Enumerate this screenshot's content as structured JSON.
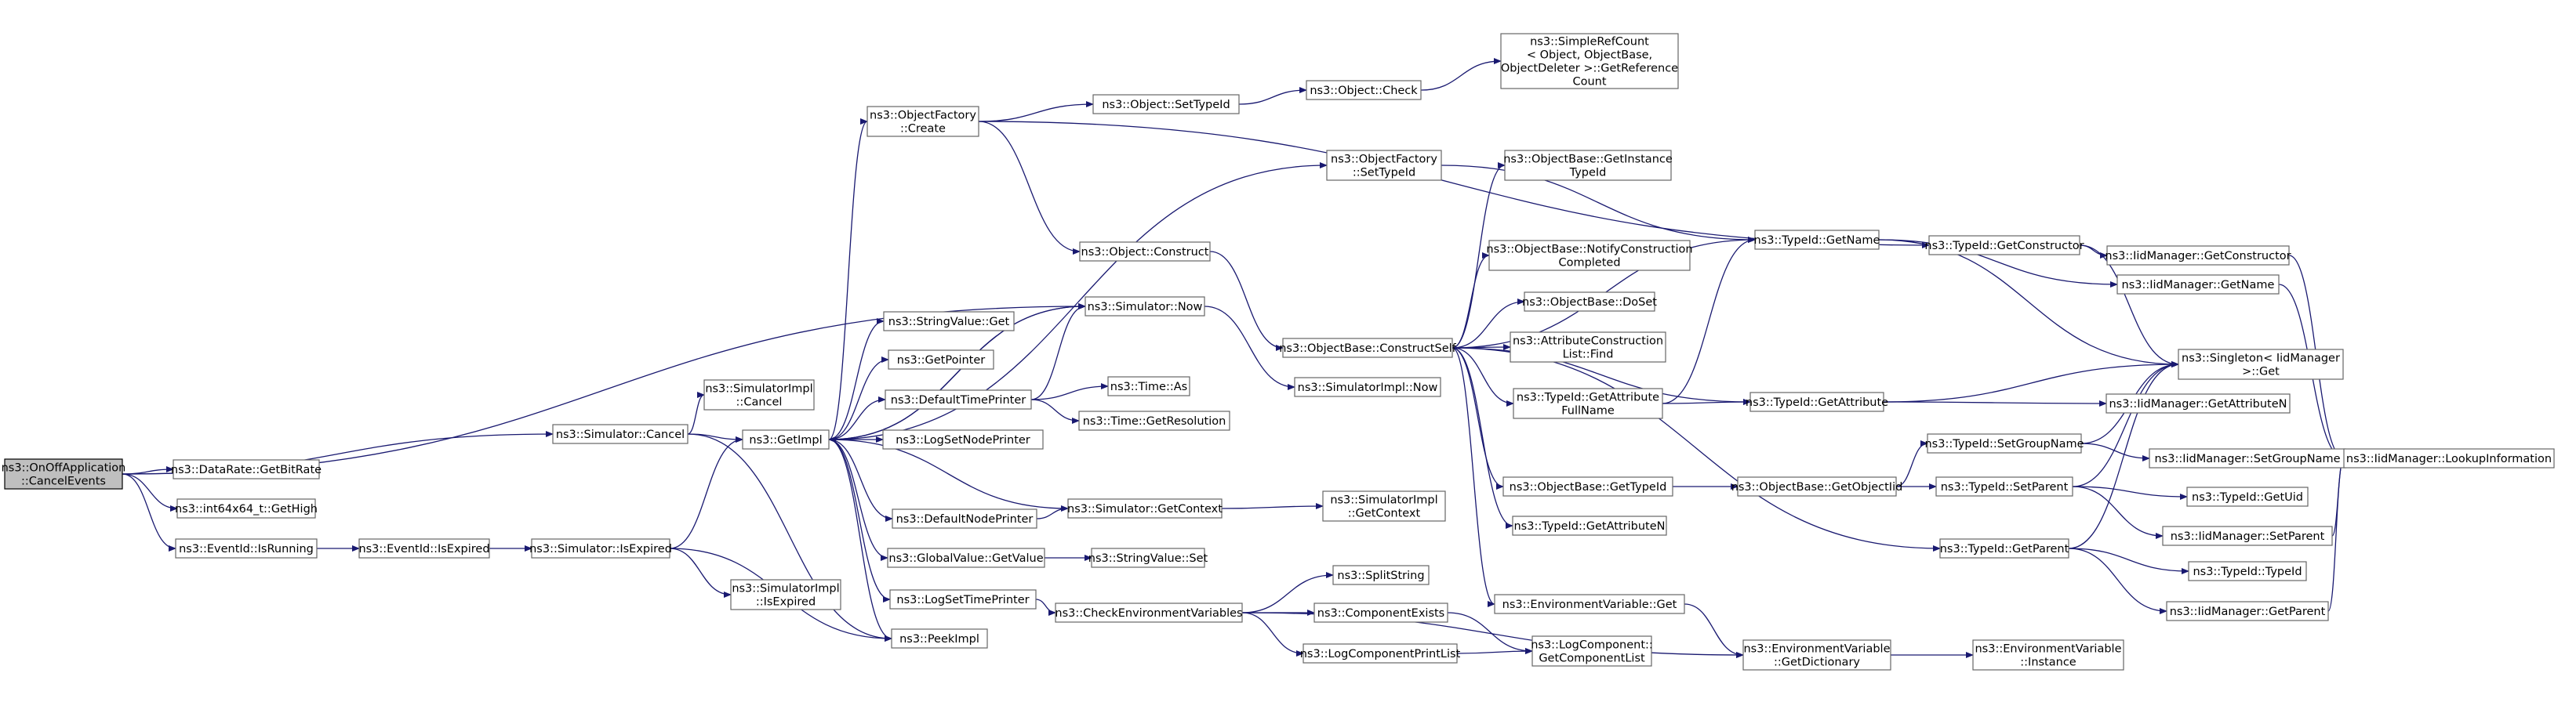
{
  "colors": {
    "edge": "#191970",
    "node_border": "#666666",
    "root_fill": "#bfbfbf",
    "background": "#ffffff"
  },
  "nodes": [
    {
      "id": "n1",
      "lines": [
        "ns3::OnOffApplication",
        "::CancelEvents"
      ],
      "root": true
    },
    {
      "id": "n2",
      "lines": [
        "ns3::DataRate::GetBitRate"
      ]
    },
    {
      "id": "n3",
      "lines": [
        "ns3::int64x64_t::GetHigh"
      ]
    },
    {
      "id": "n4",
      "lines": [
        "ns3::EventId::IsRunning"
      ]
    },
    {
      "id": "n5",
      "lines": [
        "ns3::Simulator::Cancel"
      ]
    },
    {
      "id": "n6",
      "lines": [
        "ns3::EventId::IsExpired"
      ]
    },
    {
      "id": "n7",
      "lines": [
        "ns3::Simulator::IsExpired"
      ]
    },
    {
      "id": "n8",
      "lines": [
        "ns3::SimulatorImpl",
        "::Cancel"
      ]
    },
    {
      "id": "n9",
      "lines": [
        "ns3::SimulatorImpl",
        "::IsExpired"
      ]
    },
    {
      "id": "n10",
      "lines": [
        "ns3::GetImpl"
      ]
    },
    {
      "id": "n11",
      "lines": [
        "ns3::PeekImpl"
      ]
    },
    {
      "id": "n12",
      "lines": [
        "ns3::ObjectFactory",
        "::Create"
      ]
    },
    {
      "id": "n13",
      "lines": [
        "ns3::StringValue::Get"
      ]
    },
    {
      "id": "n14",
      "lines": [
        "ns3::GetPointer"
      ]
    },
    {
      "id": "n15",
      "lines": [
        "ns3::DefaultTimePrinter"
      ]
    },
    {
      "id": "n16",
      "lines": [
        "ns3::LogSetNodePrinter"
      ]
    },
    {
      "id": "n17",
      "lines": [
        "ns3::DefaultNodePrinter"
      ]
    },
    {
      "id": "n18",
      "lines": [
        "ns3::GlobalValue::GetValue"
      ]
    },
    {
      "id": "n19",
      "lines": [
        "ns3::LogSetTimePrinter"
      ]
    },
    {
      "id": "n20",
      "lines": [
        "ns3::Object::SetTypeId"
      ]
    },
    {
      "id": "n21",
      "lines": [
        "ns3::Object::Construct"
      ]
    },
    {
      "id": "n22",
      "lines": [
        "ns3::Simulator::Now"
      ]
    },
    {
      "id": "n23",
      "lines": [
        "ns3::Time::As"
      ]
    },
    {
      "id": "n24",
      "lines": [
        "ns3::Time::GetResolution"
      ]
    },
    {
      "id": "n25",
      "lines": [
        "ns3::Simulator::GetContext"
      ]
    },
    {
      "id": "n26",
      "lines": [
        "ns3::StringValue::Set"
      ]
    },
    {
      "id": "n27",
      "lines": [
        "ns3::CheckEnvironmentVariables"
      ]
    },
    {
      "id": "n28",
      "lines": [
        "ns3::Object::Check"
      ]
    },
    {
      "id": "n29",
      "lines": [
        "ns3::ObjectFactory",
        "::SetTypeId"
      ]
    },
    {
      "id": "n30",
      "lines": [
        "ns3::ObjectBase::ConstructSelf"
      ]
    },
    {
      "id": "n31",
      "lines": [
        "ns3::SimulatorImpl::Now"
      ]
    },
    {
      "id": "n32",
      "lines": [
        "ns3::SimulatorImpl",
        "::GetContext"
      ]
    },
    {
      "id": "n33",
      "lines": [
        "ns3::SplitString"
      ]
    },
    {
      "id": "n34",
      "lines": [
        "ns3::ComponentExists"
      ]
    },
    {
      "id": "n35",
      "lines": [
        "ns3::LogComponentPrintList"
      ]
    },
    {
      "id": "n36",
      "lines": [
        "ns3::SimpleRefCount",
        "< Object, ObjectBase,",
        " ObjectDeleter >::GetReference",
        "Count"
      ]
    },
    {
      "id": "n37",
      "lines": [
        "ns3::ObjectBase::GetInstance",
        "TypeId"
      ]
    },
    {
      "id": "n38",
      "lines": [
        "ns3::ObjectBase::NotifyConstruction",
        "Completed"
      ]
    },
    {
      "id": "n39",
      "lines": [
        "ns3::ObjectBase::DoSet"
      ]
    },
    {
      "id": "n40",
      "lines": [
        "ns3::AttributeConstruction",
        "List::Find"
      ]
    },
    {
      "id": "n41",
      "lines": [
        "ns3::TypeId::GetAttribute",
        "FullName"
      ]
    },
    {
      "id": "n42",
      "lines": [
        "ns3::ObjectBase::GetTypeId"
      ]
    },
    {
      "id": "n43",
      "lines": [
        "ns3::TypeId::GetAttributeN"
      ]
    },
    {
      "id": "n44",
      "lines": [
        "ns3::EnvironmentVariable::Get"
      ]
    },
    {
      "id": "n45",
      "lines": [
        "ns3::LogComponent::",
        "GetComponentList"
      ]
    },
    {
      "id": "n46",
      "lines": [
        "ns3::TypeId::GetName"
      ]
    },
    {
      "id": "n47",
      "lines": [
        "ns3::TypeId::GetAttribute"
      ]
    },
    {
      "id": "n48",
      "lines": [
        "ns3::ObjectBase::GetObjectIid"
      ]
    },
    {
      "id": "n49",
      "lines": [
        "ns3::EnvironmentVariable",
        "::GetDictionary"
      ]
    },
    {
      "id": "n50",
      "lines": [
        "ns3::TypeId::GetConstructor"
      ]
    },
    {
      "id": "n51",
      "lines": [
        "ns3::TypeId::SetGroupName"
      ]
    },
    {
      "id": "n52",
      "lines": [
        "ns3::TypeId::SetParent"
      ]
    },
    {
      "id": "n53",
      "lines": [
        "ns3::TypeId::GetParent"
      ]
    },
    {
      "id": "n54",
      "lines": [
        "ns3::EnvironmentVariable",
        "::Instance"
      ]
    },
    {
      "id": "n55",
      "lines": [
        "ns3::IidManager::GetConstructor"
      ]
    },
    {
      "id": "n56",
      "lines": [
        "ns3::IidManager::GetName"
      ]
    },
    {
      "id": "n57",
      "lines": [
        "ns3::Singleton< IidManager",
        " >::Get"
      ]
    },
    {
      "id": "n58",
      "lines": [
        "ns3::IidManager::GetAttributeN"
      ]
    },
    {
      "id": "n59",
      "lines": [
        "ns3::IidManager::SetGroupName"
      ]
    },
    {
      "id": "n60",
      "lines": [
        "ns3::TypeId::GetUid"
      ]
    },
    {
      "id": "n61",
      "lines": [
        "ns3::IidManager::SetParent"
      ]
    },
    {
      "id": "n62",
      "lines": [
        "ns3::TypeId::TypeId"
      ]
    },
    {
      "id": "n63",
      "lines": [
        "ns3::IidManager::GetParent"
      ]
    },
    {
      "id": "n64",
      "lines": [
        "ns3::IidManager::LookupInformation"
      ]
    }
  ],
  "edges": [
    [
      "n1",
      "n2"
    ],
    [
      "n1",
      "n3"
    ],
    [
      "n1",
      "n4"
    ],
    [
      "n1",
      "n5"
    ],
    [
      "n1",
      "n22"
    ],
    [
      "n4",
      "n6"
    ],
    [
      "n6",
      "n7"
    ],
    [
      "n5",
      "n8"
    ],
    [
      "n5",
      "n10"
    ],
    [
      "n5",
      "n11"
    ],
    [
      "n7",
      "n10"
    ],
    [
      "n7",
      "n9"
    ],
    [
      "n7",
      "n11"
    ],
    [
      "n10",
      "n12"
    ],
    [
      "n10",
      "n29"
    ],
    [
      "n10",
      "n22"
    ],
    [
      "n10",
      "n13"
    ],
    [
      "n10",
      "n14"
    ],
    [
      "n10",
      "n15"
    ],
    [
      "n10",
      "n16"
    ],
    [
      "n10",
      "n17"
    ],
    [
      "n10",
      "n18"
    ],
    [
      "n10",
      "n19"
    ],
    [
      "n10",
      "n11"
    ],
    [
      "n12",
      "n20"
    ],
    [
      "n12",
      "n21"
    ],
    [
      "n12",
      "n50"
    ],
    [
      "n20",
      "n28"
    ],
    [
      "n28",
      "n36"
    ],
    [
      "n29",
      "n46"
    ],
    [
      "n21",
      "n30"
    ],
    [
      "n22",
      "n10"
    ],
    [
      "n22",
      "n31"
    ],
    [
      "n15",
      "n22"
    ],
    [
      "n15",
      "n23"
    ],
    [
      "n15",
      "n24"
    ],
    [
      "n17",
      "n25"
    ],
    [
      "n25",
      "n10"
    ],
    [
      "n25",
      "n32"
    ],
    [
      "n18",
      "n26"
    ],
    [
      "n19",
      "n27"
    ],
    [
      "n27",
      "n33"
    ],
    [
      "n27",
      "n34"
    ],
    [
      "n27",
      "n35"
    ],
    [
      "n27",
      "n49"
    ],
    [
      "n34",
      "n45"
    ],
    [
      "n35",
      "n45"
    ],
    [
      "n30",
      "n37"
    ],
    [
      "n30",
      "n38"
    ],
    [
      "n30",
      "n46"
    ],
    [
      "n30",
      "n39"
    ],
    [
      "n30",
      "n40"
    ],
    [
      "n30",
      "n41"
    ],
    [
      "n30",
      "n47"
    ],
    [
      "n30",
      "n42"
    ],
    [
      "n30",
      "n43"
    ],
    [
      "n30",
      "n44"
    ],
    [
      "n30",
      "n53"
    ],
    [
      "n41",
      "n46"
    ],
    [
      "n41",
      "n47"
    ],
    [
      "n42",
      "n48"
    ],
    [
      "n48",
      "n51"
    ],
    [
      "n48",
      "n52"
    ],
    [
      "n44",
      "n49"
    ],
    [
      "n49",
      "n54"
    ],
    [
      "n46",
      "n56"
    ],
    [
      "n46",
      "n57"
    ],
    [
      "n47",
      "n57"
    ],
    [
      "n47",
      "n58"
    ],
    [
      "n50",
      "n55"
    ],
    [
      "n50",
      "n57"
    ],
    [
      "n51",
      "n57"
    ],
    [
      "n51",
      "n59"
    ],
    [
      "n52",
      "n57"
    ],
    [
      "n52",
      "n60"
    ],
    [
      "n52",
      "n61"
    ],
    [
      "n53",
      "n57"
    ],
    [
      "n53",
      "n62"
    ],
    [
      "n53",
      "n63"
    ],
    [
      "n55",
      "n64"
    ],
    [
      "n56",
      "n64"
    ],
    [
      "n59",
      "n64"
    ],
    [
      "n61",
      "n64"
    ],
    [
      "n63",
      "n64"
    ]
  ]
}
